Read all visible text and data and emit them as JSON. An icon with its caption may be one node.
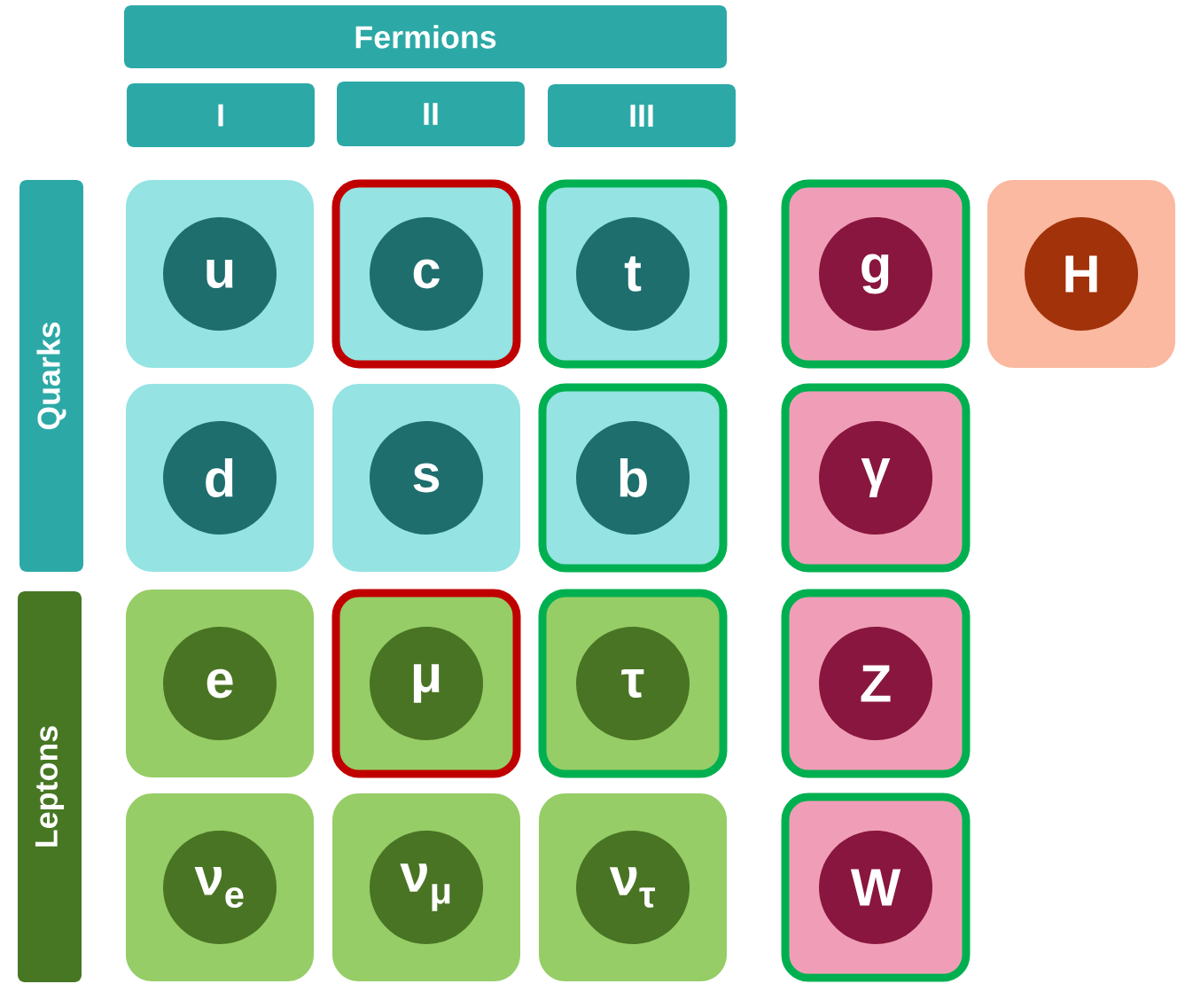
{
  "diagram": {
    "nodes": [
      {
        "text": [
          "Fermions"
        ]
      },
      {
        "text": [
          "I"
        ]
      },
      {
        "text": [
          "II"
        ]
      },
      {
        "text": [
          "III"
        ]
      },
      {
        "text": [
          "Quarks"
        ]
      },
      {
        "text": [
          "Leptons"
        ]
      },
      {
        "text": [
          "u"
        ]
      },
      {
        "text": [
          "c"
        ]
      },
      {
        "text": [
          "t"
        ]
      },
      {
        "text": [
          "g"
        ]
      },
      {
        "text": [
          "H"
        ]
      },
      {
        "text": [
          "d"
        ]
      },
      {
        "text": [
          "s"
        ]
      },
      {
        "text": [
          "b"
        ]
      },
      {
        "text": [
          "γ"
        ]
      },
      {
        "text": [
          "e"
        ]
      },
      {
        "text": [
          "μ"
        ]
      },
      {
        "text": [
          "τ"
        ]
      },
      {
        "text": [
          "Z"
        ]
      },
      {
        "text": [
          "ν$_{e}$"
        ]
      },
      {
        "text": [
          "ν$_{μ}$"
        ]
      },
      {
        "text": [
          "ν$_{τ}$"
        ]
      },
      {
        "text": [
          "W"
        ]
      }
    ]
  }
}
